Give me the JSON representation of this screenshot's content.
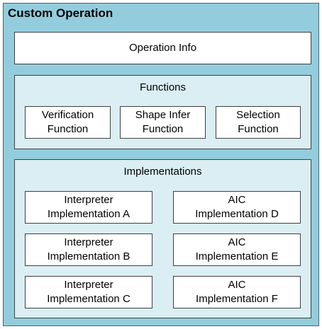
{
  "diagram": {
    "title": "Custom Operation",
    "operation_info": "Operation Info",
    "functions": {
      "title": "Functions",
      "items": [
        {
          "line1": "Verification",
          "line2": "Function"
        },
        {
          "line1": "Shape Infer",
          "line2": "Function"
        },
        {
          "line1": "Selection",
          "line2": "Function"
        }
      ]
    },
    "implementations": {
      "title": "Implementations",
      "items": [
        {
          "line1": "Interpreter",
          "line2": "Implementation A"
        },
        {
          "line1": "AIC",
          "line2": "Implementation D"
        },
        {
          "line1": "Interpreter",
          "line2": "Implementation B"
        },
        {
          "line1": "AIC",
          "line2": "Implementation E"
        },
        {
          "line1": "Interpreter",
          "line2": "Implementation C"
        },
        {
          "line1": "AIC",
          "line2": "Implementation F"
        }
      ]
    },
    "colors": {
      "outer_fill": "#93cddd",
      "section_fill": "#daeef3",
      "box_fill": "#ffffff",
      "border": "#404040"
    }
  }
}
